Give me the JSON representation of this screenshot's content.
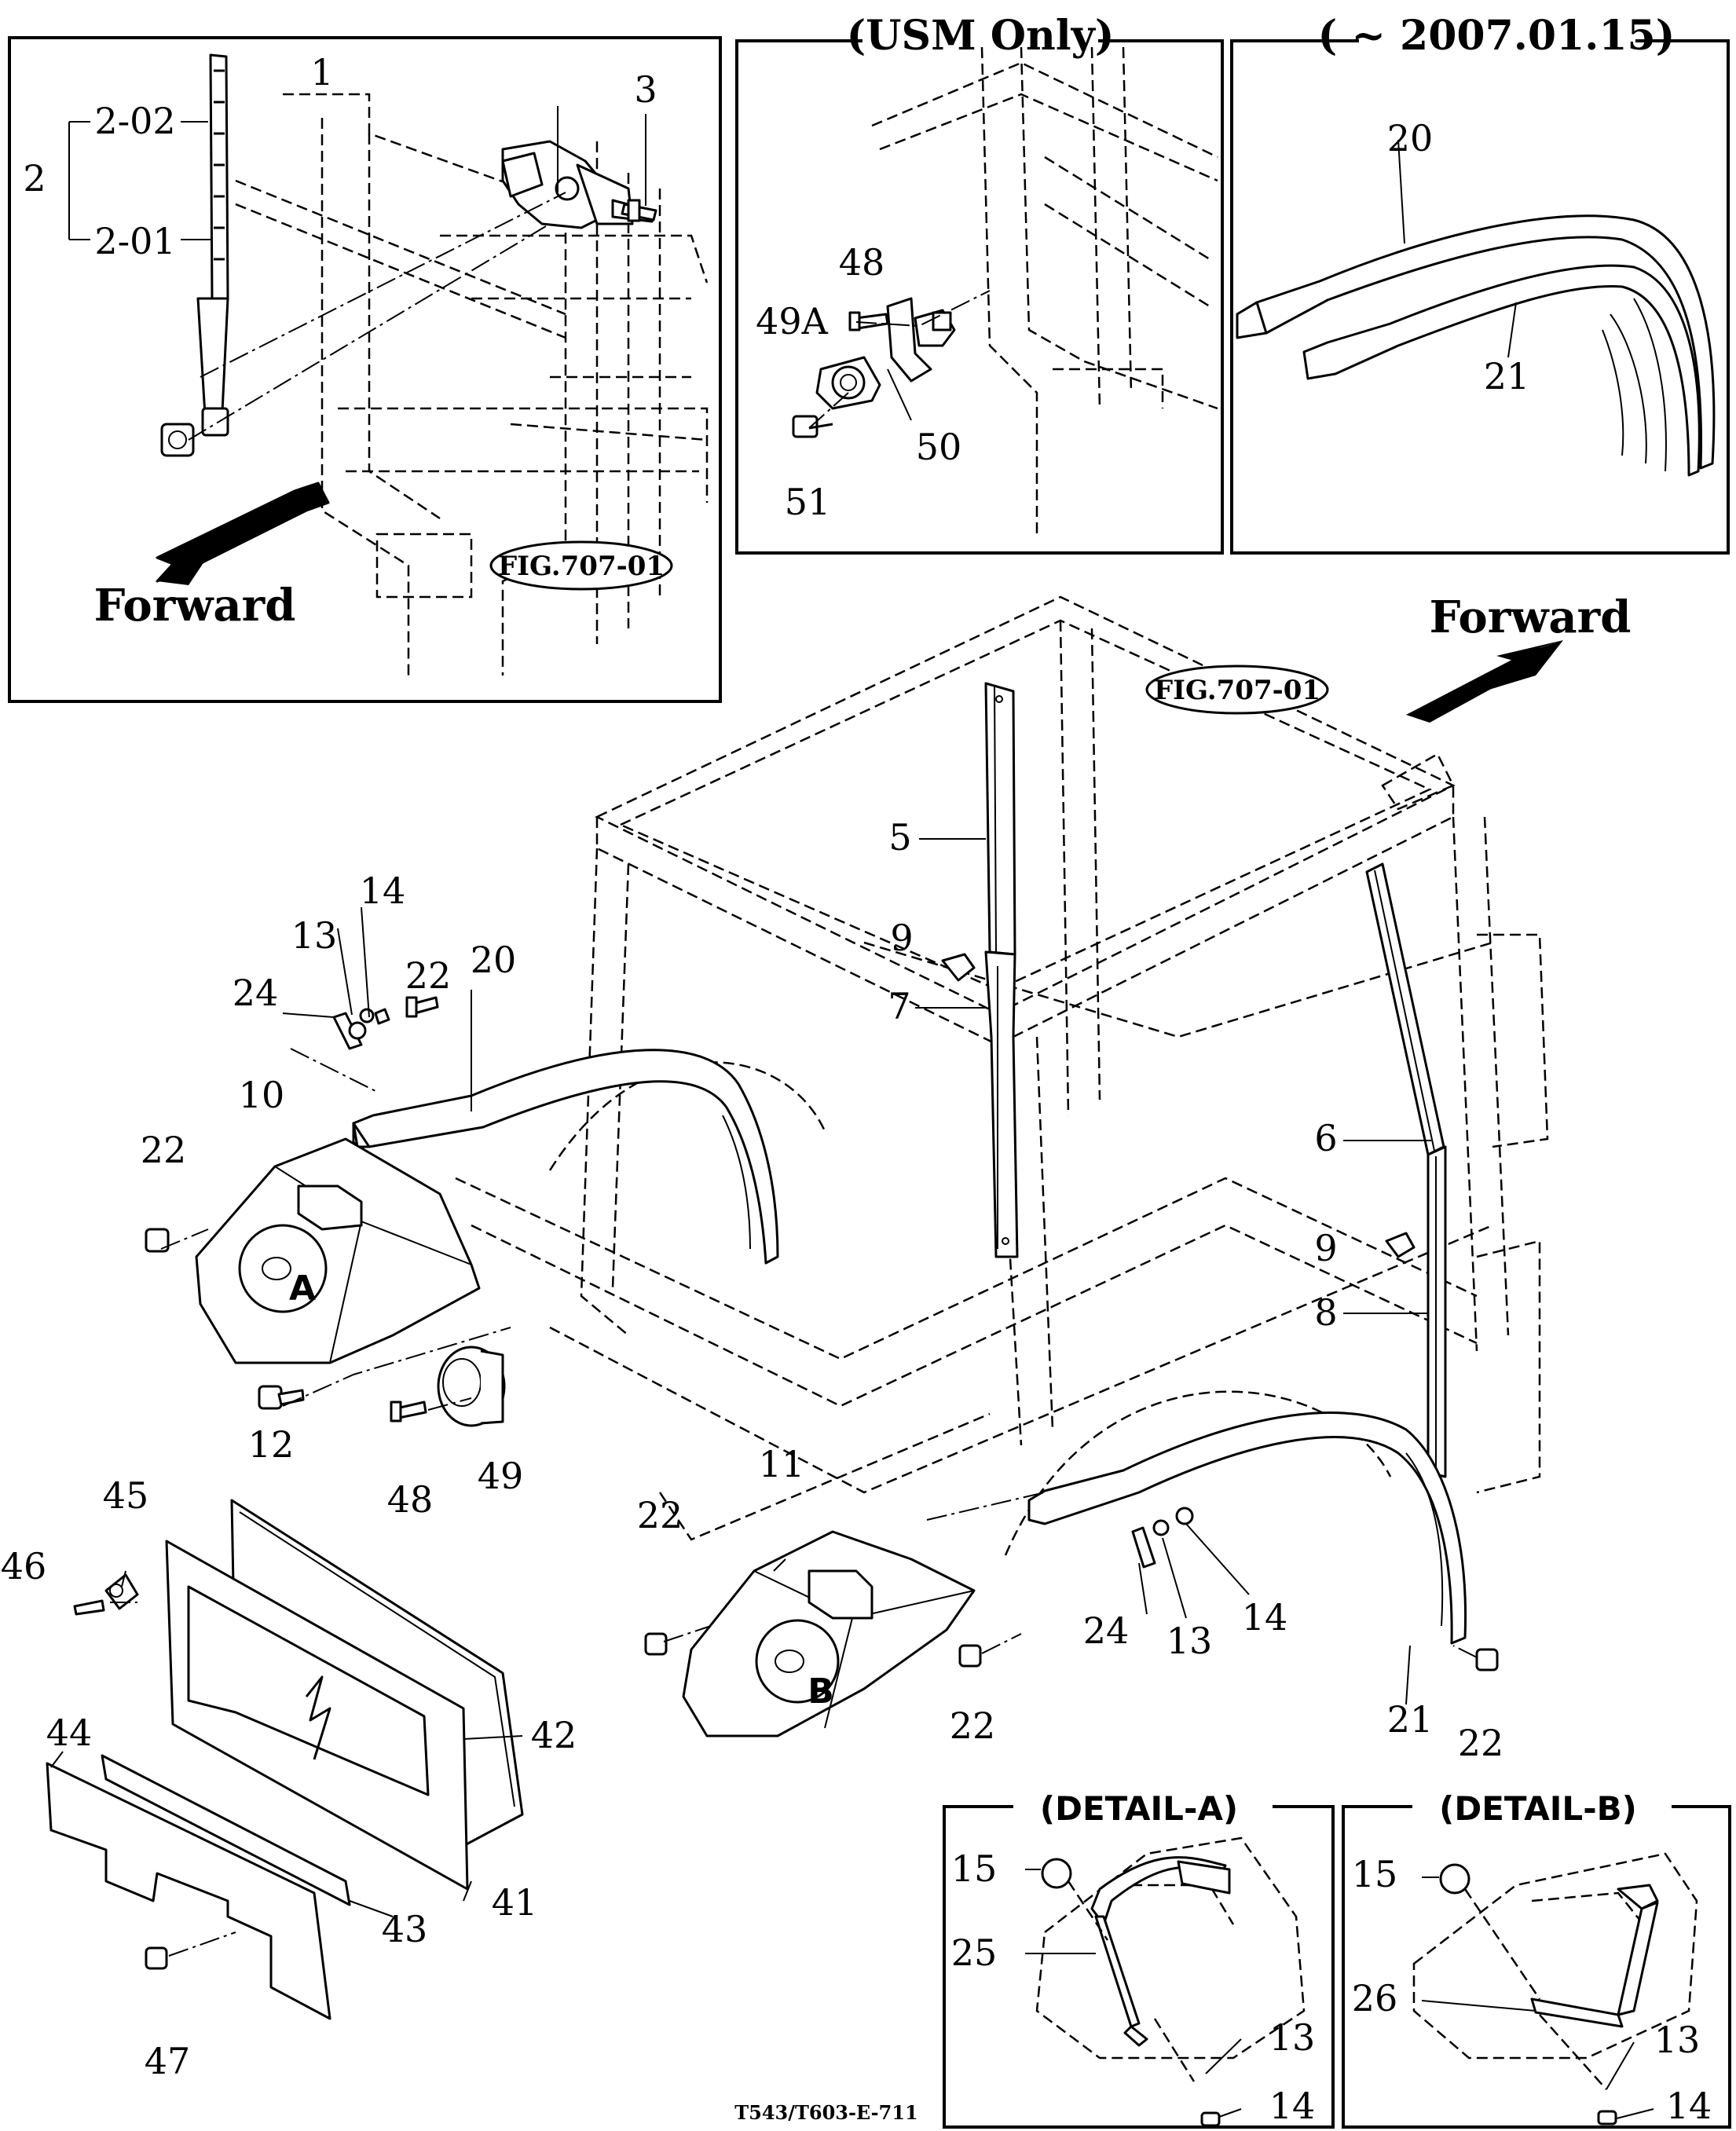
{
  "panels": {
    "wiper": {
      "fig_ref": "FIG.707-01",
      "forward": "Forward"
    },
    "usm": {
      "title": "(USM Only)"
    },
    "early": {
      "title": "( ~ 2007.01.15)"
    },
    "detail_a": {
      "title": "(DETAIL-A)"
    },
    "detail_b": {
      "title": "(DETAIL-B)"
    }
  },
  "main": {
    "fig_ref": "FIG.707-01",
    "forward": "Forward"
  },
  "callouts": {
    "wiper": [
      "1",
      "2",
      "2-01",
      "2-02",
      "3"
    ],
    "usm": [
      "48",
      "49A",
      "50",
      "51"
    ],
    "early": [
      "20",
      "21"
    ],
    "main": [
      "5",
      "6",
      "7",
      "8",
      "9",
      "9",
      "10",
      "11",
      "12",
      "13",
      "13",
      "14",
      "14",
      "20",
      "21",
      "22",
      "22",
      "22",
      "22",
      "22",
      "24",
      "24",
      "41",
      "42",
      "43",
      "44",
      "45",
      "46",
      "47",
      "48",
      "49"
    ],
    "detail_a": [
      "13",
      "14",
      "15",
      "25"
    ],
    "detail_b": [
      "13",
      "14",
      "15",
      "26"
    ]
  },
  "detail_marks": {
    "a": "A",
    "b": "B"
  },
  "footer": {
    "code": "T543/T603-E-711"
  },
  "icons": [
    "forward-arrow-icon",
    "wiper-blade-icon",
    "wiper-motor-icon",
    "fender-icon",
    "glass-window-icon"
  ]
}
